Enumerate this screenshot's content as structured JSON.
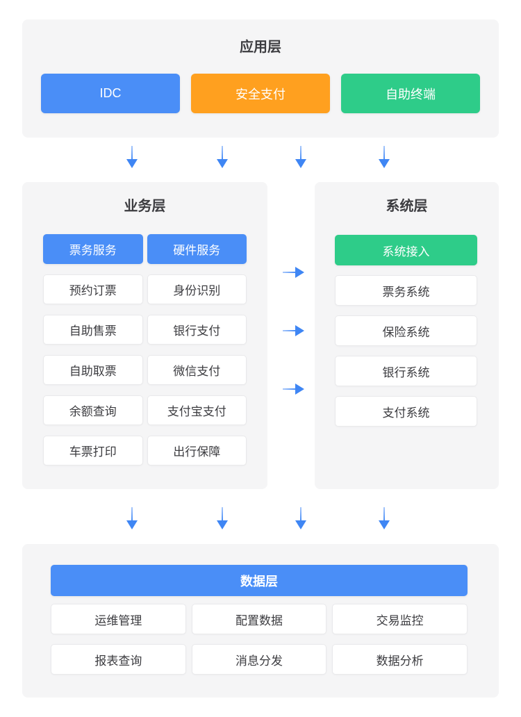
{
  "colors": {
    "blue": "#4a8ef7",
    "orange": "#ffa01f",
    "green": "#2ecc89",
    "panel_background": "#f5f5f6",
    "card_border": "#e9e9eb",
    "text": "#3c3c40"
  },
  "app_layer": {
    "title": "应用层",
    "nodes": [
      "IDC",
      "安全支付",
      "自助终端"
    ]
  },
  "business_layer": {
    "title": "业务层",
    "cells": [
      "票务服务",
      "硬件服务",
      "预约订票",
      "身份识别",
      "自助售票",
      "银行支付",
      "自助取票",
      "微信支付",
      "余额查询",
      "支付宝支付",
      "车票打印",
      "出行保障"
    ]
  },
  "system_layer": {
    "title": "系统层",
    "cells": [
      "系统接入",
      "票务系统",
      "保险系统",
      "银行系统",
      "支付系统"
    ]
  },
  "data_layer": {
    "title": "数据层",
    "cells": [
      "运维管理",
      "配置数据",
      "交易监控",
      "报表查询",
      "消息分发",
      "数据分析"
    ]
  }
}
